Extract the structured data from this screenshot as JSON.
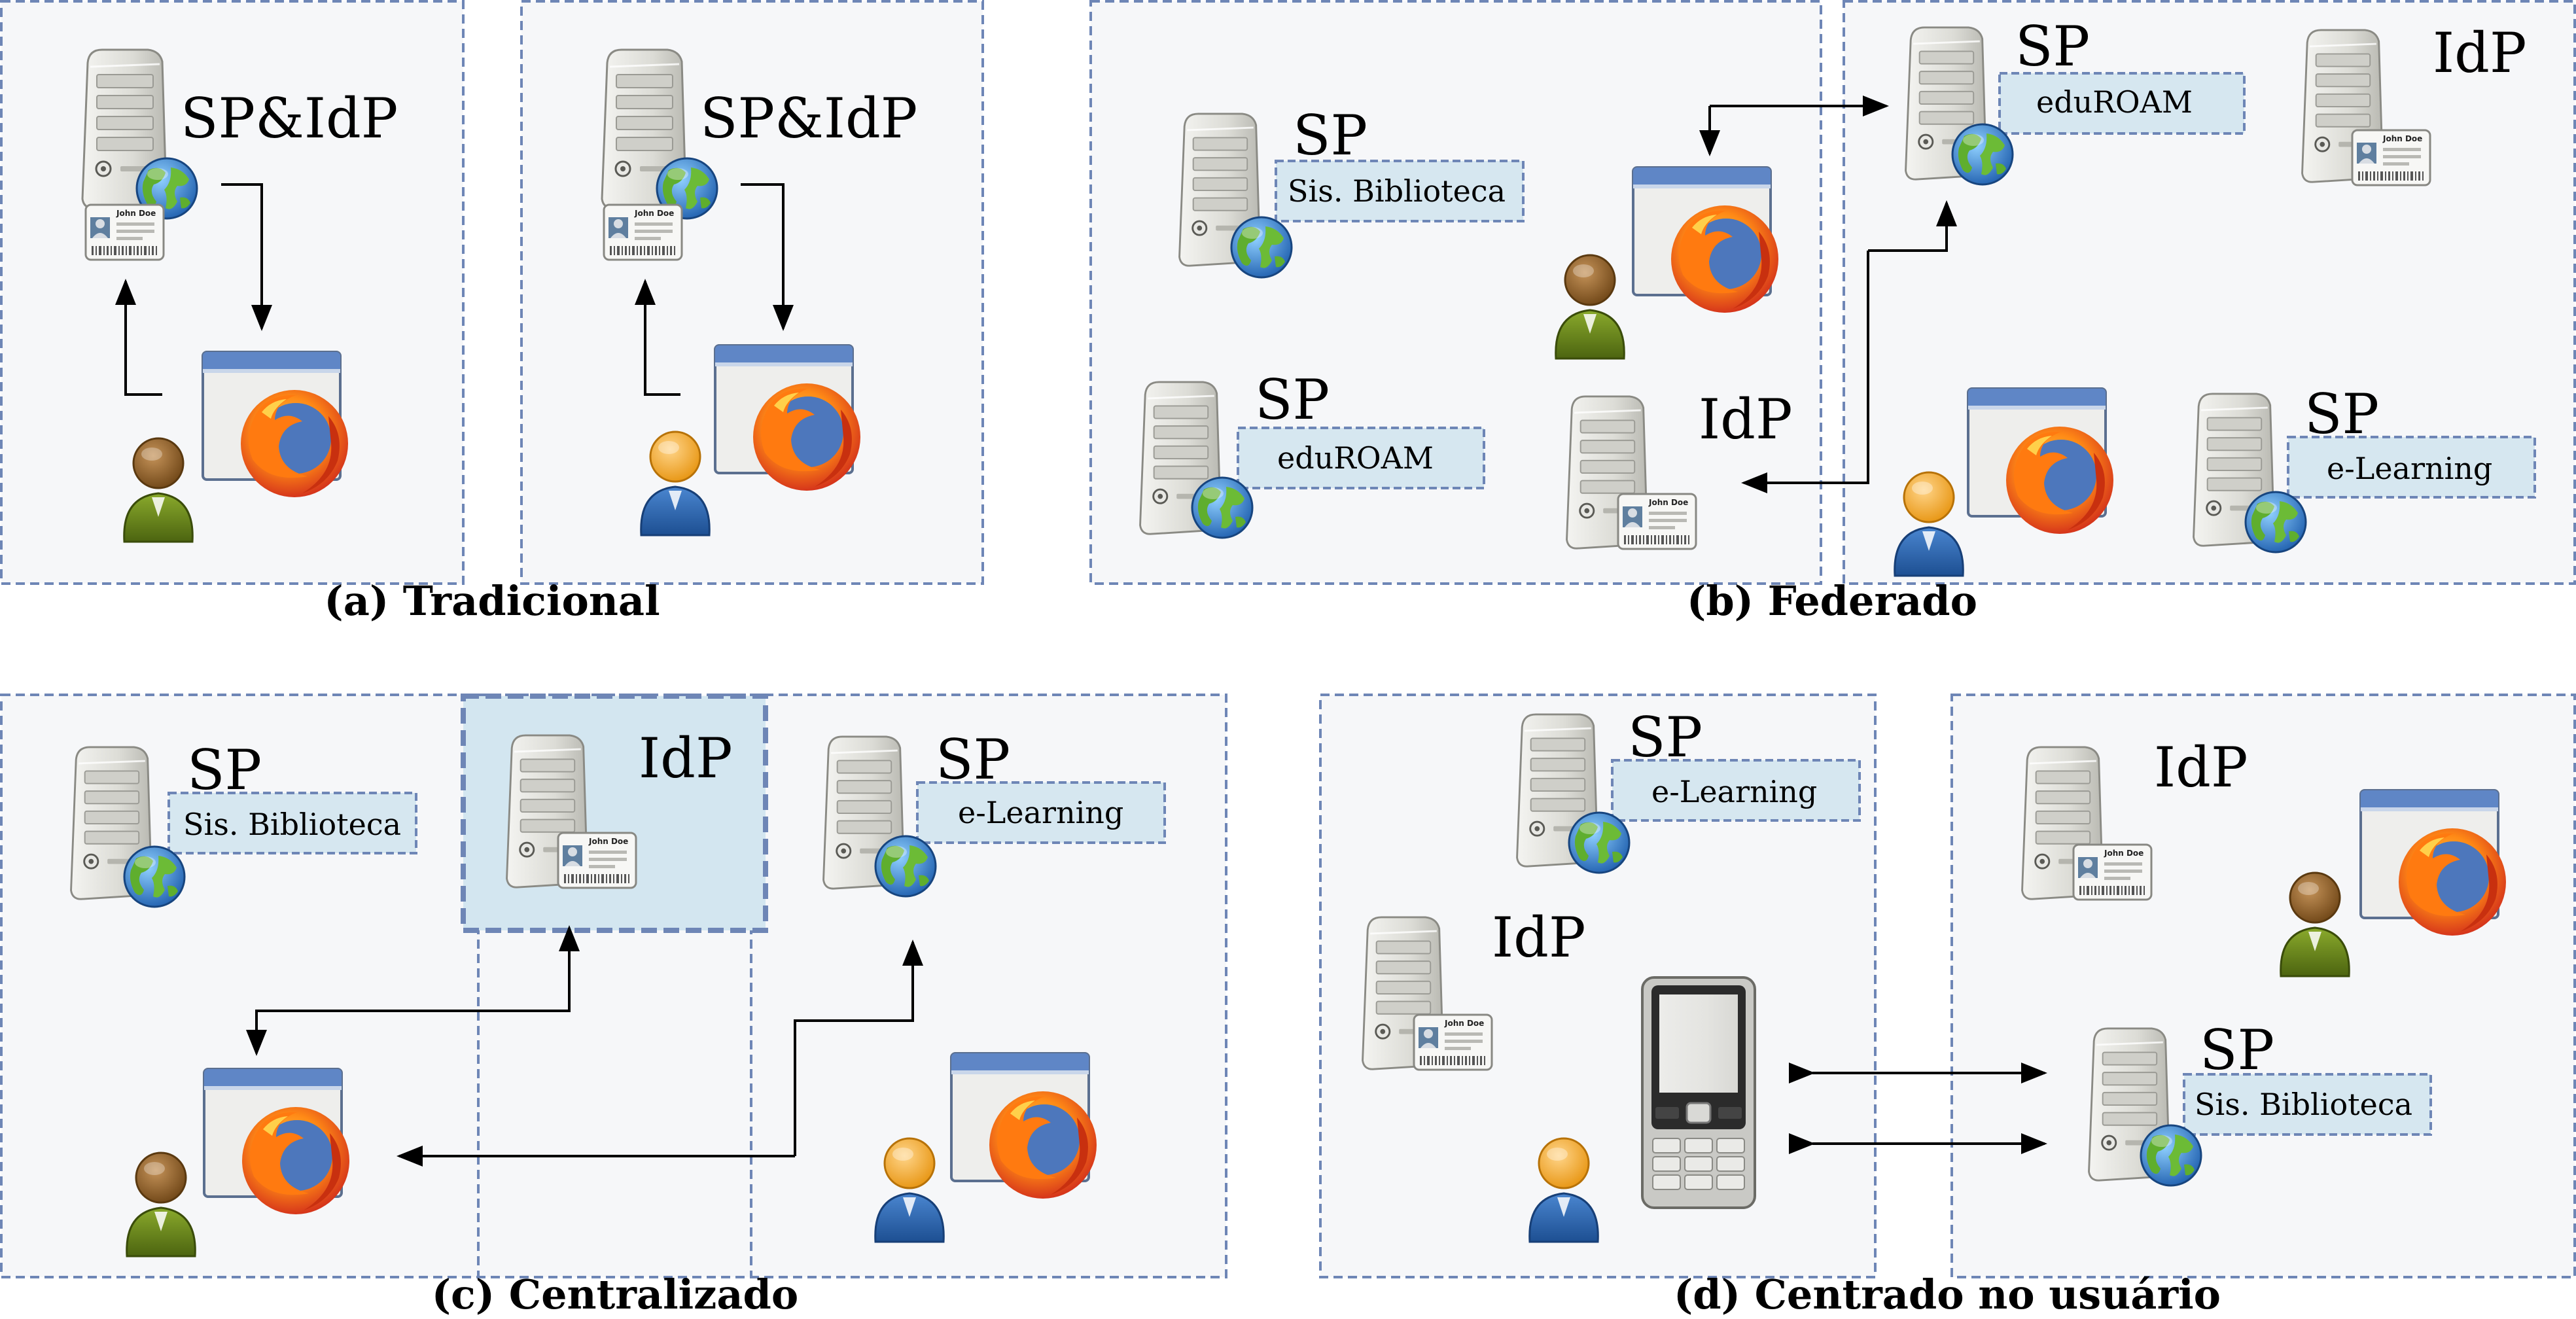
{
  "colors": {
    "panel_fill": "#f6f7f9",
    "panel_border": "#6e86b6",
    "label_fill": "#d6e7f0",
    "idp_highlight": "#d3e6f0",
    "arrow": "#000000",
    "user_green": "#6f8c1c",
    "user_blue": "#2f66b0",
    "browser_bar": "#5f86c6"
  },
  "icons": {
    "server": "server-icon",
    "globe": "globe-icon",
    "id_card": "id-card-icon",
    "browser": "firefox-browser-icon",
    "user": "user-icon",
    "phone": "mobile-phone-icon"
  },
  "id_card_text": "John Doe",
  "captions": {
    "a": "(a) Tradicional",
    "b": "(b) Federado",
    "c": "(c) Centralizado",
    "d": "(d) Centrado no usuário"
  },
  "labels": {
    "sp_idp": "SP&IdP",
    "sp": "SP",
    "idp": "IdP"
  },
  "services": {
    "biblioteca": "Sis. Biblioteca",
    "eduroam": "eduROAM",
    "elearning": "e-Learning"
  }
}
